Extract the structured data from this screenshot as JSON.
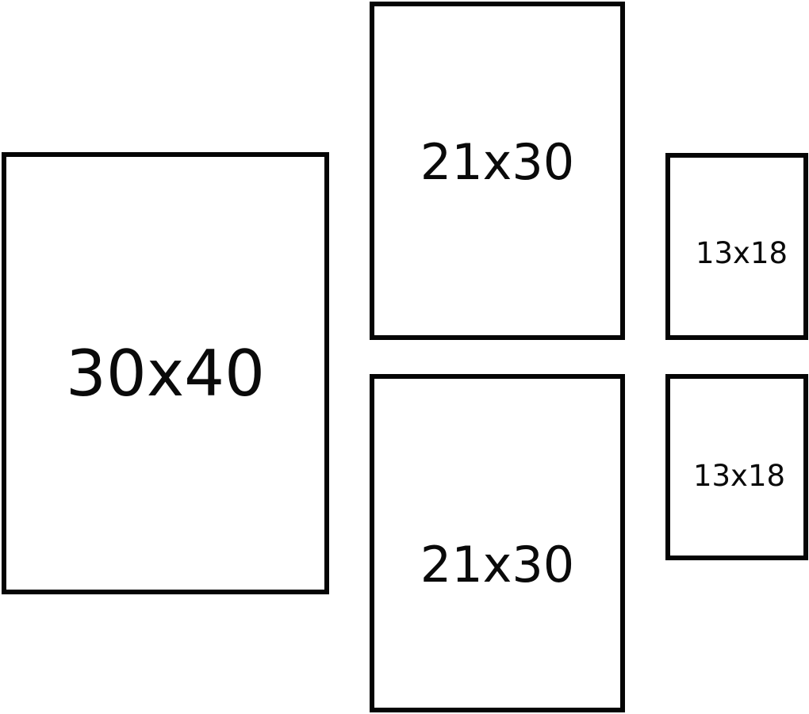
{
  "frames": [
    {
      "label": "30x40"
    },
    {
      "label": "21x30"
    },
    {
      "label": "21x30"
    },
    {
      "label": "13x18"
    },
    {
      "label": "13x18"
    }
  ]
}
